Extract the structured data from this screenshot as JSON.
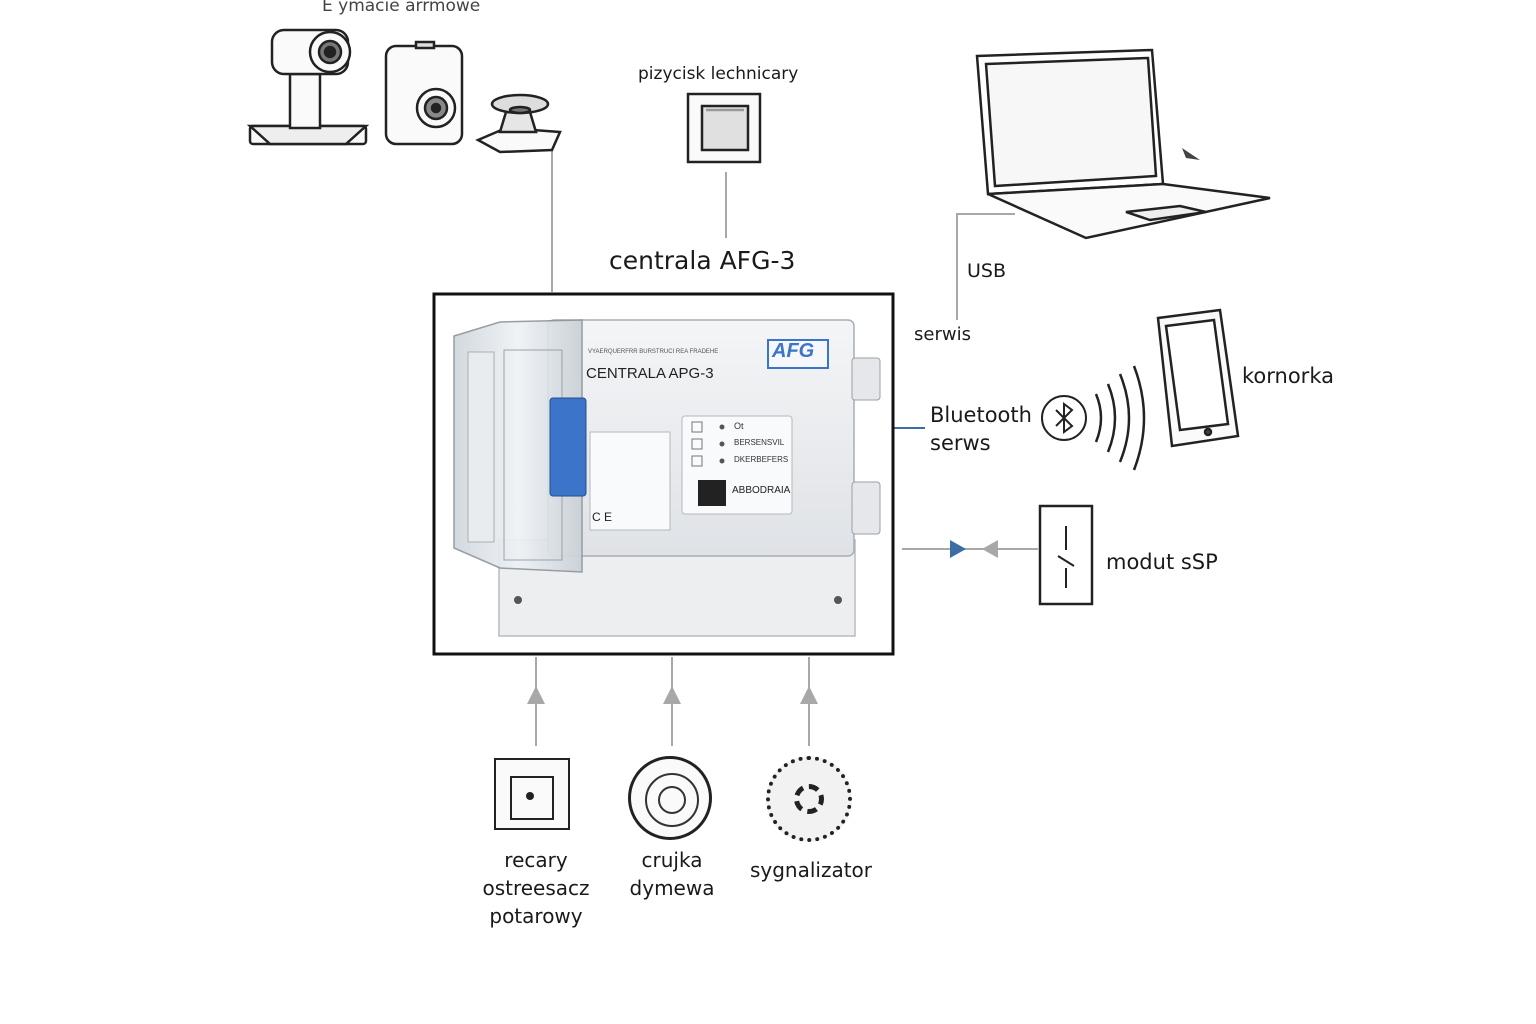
{
  "labels": {
    "top_left": "E ymacie arrmowe",
    "manual_button": "pizycisk lechnicary",
    "central_title": "centrala AFG-3",
    "usb": "USB",
    "service": "serwis",
    "phone": "kornorka",
    "bluetooth_line1": "Bluetooth",
    "bluetooth_line2": "serws",
    "ssp_module": "modut sSP",
    "detector_1": [
      "recary",
      "ostreesacz",
      "potarowy"
    ],
    "detector_2": [
      "crujka",
      "dymewa"
    ],
    "detector_3": "sygnalizator"
  },
  "panel": {
    "brand": "AFG",
    "header_small": "VYAERQUERFRR BURSTRUCI REA FRADEHE",
    "model": "CENTRALA APG-3",
    "led_rows": [
      "Ot",
      "BERSENSVIL",
      "DKERBEFERS"
    ],
    "button_label": "ABBODRAIA",
    "cert_marks": "C E"
  },
  "colors": {
    "line_gray": "#a8a8a8",
    "accent_blue": "#3a6ea5",
    "panel_blue": "#3b74c9",
    "box_border": "#111111"
  }
}
